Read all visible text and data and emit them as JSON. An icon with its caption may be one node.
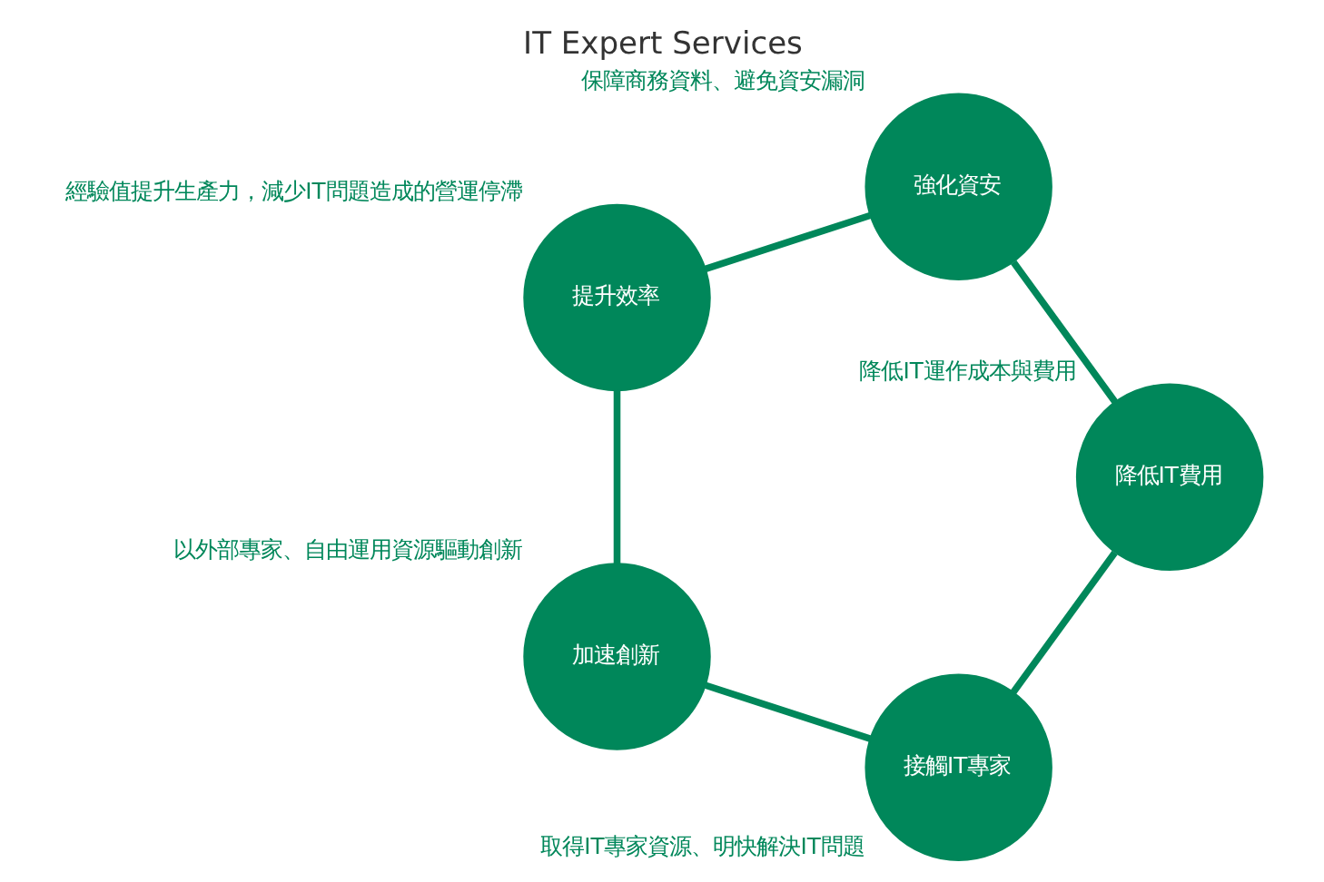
{
  "diagram": {
    "title": "IT Expert Services",
    "nodes": [
      {
        "text": [
          "接觸IT專家"
        ],
        "beside": [
          "取得IT專家資源、明快解決IT問題"
        ]
      },
      {
        "text": [
          "加速創新"
        ],
        "beside": [
          "以外部專家、自由運用資源驅動創新"
        ]
      },
      {
        "text": [
          "提升效率"
        ],
        "beside": [
          "經驗值提升生產力，減少IT問題造成的營運停滯"
        ]
      },
      {
        "text": [
          "強化資安"
        ],
        "beside": [
          "保障商務資料、避免資安漏洞"
        ]
      },
      {
        "text": [
          "降低IT費用"
        ],
        "beside": [
          "降低IT運作成本與費用"
        ]
      }
    ],
    "edges": [
      {
        "from": 0,
        "to": 1,
        "arrow": "none"
      },
      {
        "from": 1,
        "to": 2,
        "arrow": "none"
      },
      {
        "from": 2,
        "to": 3,
        "arrow": "none"
      },
      {
        "from": 3,
        "to": 4,
        "arrow": "none"
      },
      {
        "from": 4,
        "to": 0,
        "arrow": "none"
      }
    ]
  }
}
